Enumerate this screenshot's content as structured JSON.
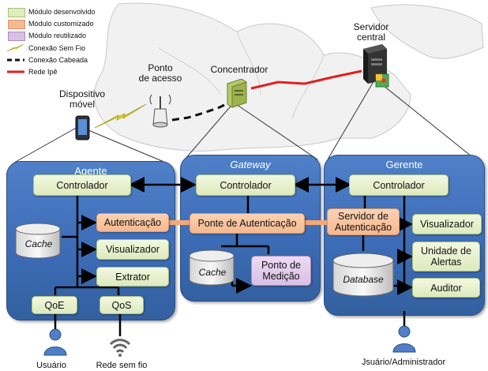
{
  "legend": {
    "items": [
      {
        "label": "Módulo desenvolvido",
        "kind": "swatch",
        "color": "#dfeebe"
      },
      {
        "label": "Módulo customizado",
        "kind": "swatch",
        "color": "#f6b98e"
      },
      {
        "label": "Módulo reutilizado",
        "kind": "swatch",
        "color": "#d8c0e6"
      },
      {
        "label": "Conexão Sem Fio",
        "kind": "wireless"
      },
      {
        "label": "Conexão Cabeada",
        "kind": "dashed"
      },
      {
        "label": "Rede Ipê",
        "kind": "red-line",
        "color": "#e02020"
      }
    ]
  },
  "top": {
    "servidor": "Servidor\ncentral",
    "concentrador": "Concentrador",
    "ponto": "Ponto\nde acesso",
    "dispositivo": "Dispositivo\nmóvel"
  },
  "panels": {
    "agente": {
      "title": "Agente",
      "controlador": "Controlador",
      "cache": "Cache",
      "autenticacao": "Autenticação",
      "visualizador": "Visualizador",
      "extrator": "Extrator",
      "qoe": "QoE",
      "qos": "QoS"
    },
    "gateway": {
      "title": "Gateway",
      "controlador": "Controlador",
      "ponte": "Ponte de Autenticação",
      "cache": "Cache",
      "ponto_medicao": "Ponto de\nMedição"
    },
    "gerente": {
      "title": "Gerente",
      "controlador": "Controlador",
      "servidor_auth": "Servidor de\nAutenticação",
      "visualizador": "Visualizador",
      "unidade": "Unidade de\nAlertas",
      "auditor": "Auditor",
      "database": "Database"
    }
  },
  "bottom": {
    "usuario": "Usuário",
    "rede": "Rede sem fio",
    "admin": "Jsuário/Administrador"
  },
  "colors": {
    "panel": "#3d6db6",
    "green": "#dfeebe",
    "orange": "#f6b98e",
    "purple": "#d8c0e6",
    "red": "#e02020",
    "lightning": "#e9e12a"
  }
}
